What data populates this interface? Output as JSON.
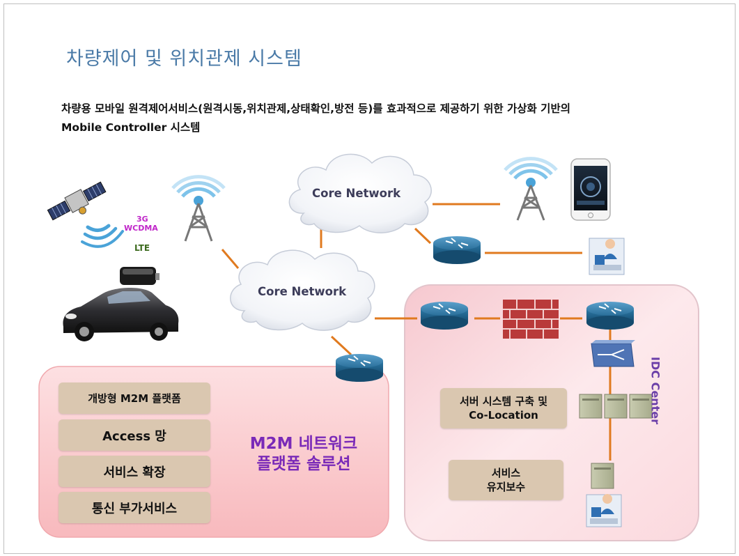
{
  "title": "차량제어 및 위치관제 시스템",
  "description": {
    "line1": "차량용 모바일 원격제어서비스(원격시동,위치관제,상태확인,방전  등)를 효과적으로 제공하기 위한 가상화 기반의",
    "line2": "Mobile Controller 시스템"
  },
  "network": {
    "core_network_top": "Core Network",
    "core_network_center": "Core Network",
    "label_3g": "3G",
    "label_wcdma": "WCDMA",
    "label_lte": "LTE"
  },
  "m2m_panel": {
    "items": [
      "개방형 M2M 플랫폼",
      "Access 망",
      "서비스 확장",
      "통신 부가서비스"
    ],
    "title_line1": "M2M 네트워크",
    "title_line2": "플랫폼 솔루션"
  },
  "idc_panel": {
    "label": "IDC Center",
    "server_box_line1": "서버 시스템 구축 및",
    "server_box_line2": "Co-Location",
    "maintenance_line1": "서비스",
    "maintenance_line2": "유지보수"
  },
  "colors": {
    "connector": "#e07a1f",
    "pink_panel": "#f9c6c9",
    "idc_panel": "#fbe2e6",
    "label_box": "#dac7b0",
    "m2m_title": "#7a2ab8",
    "title": "#4a7aa7"
  }
}
